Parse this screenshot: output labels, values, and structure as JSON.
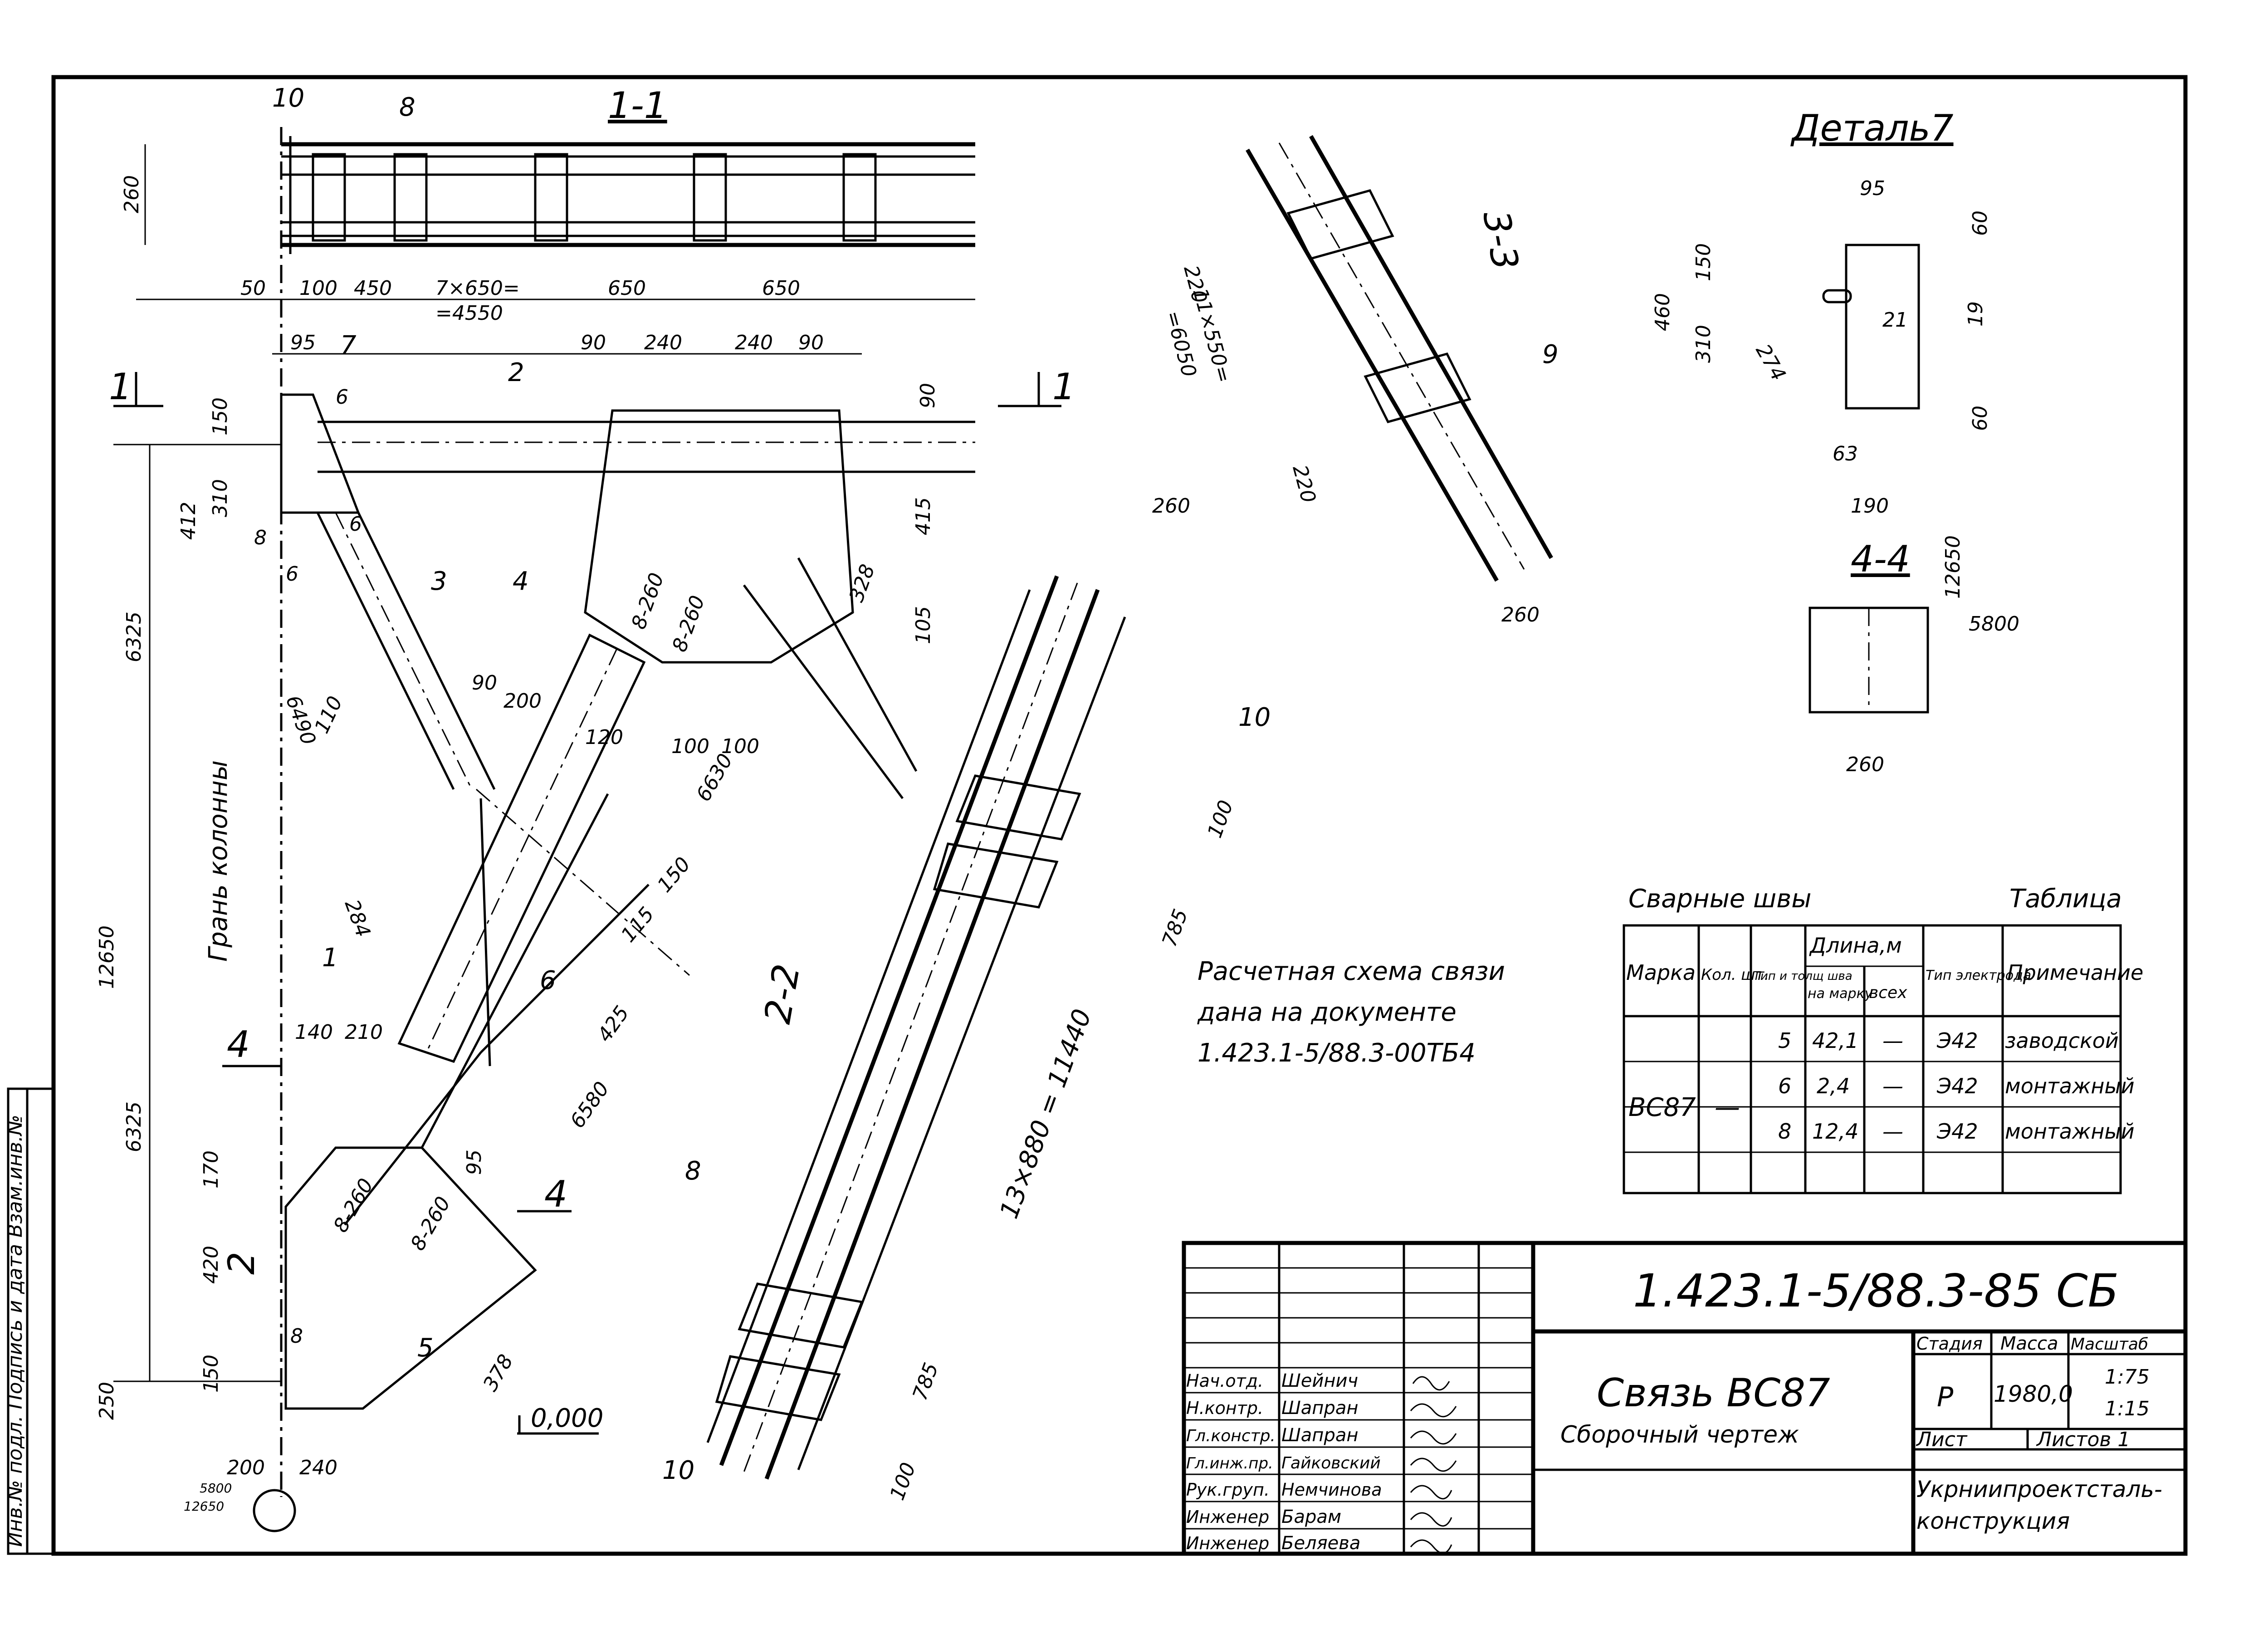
{
  "section_views": {
    "s1": "1-1",
    "s2": "2-2",
    "s3": "3-3",
    "s4": "4-4",
    "marker_1": "1",
    "marker_2": "2",
    "marker_4": "4"
  },
  "detail_title": "Деталь7",
  "column_face_label": "Грань колонны",
  "zero_level": "0,000",
  "part_numbers": [
    "1",
    "2",
    "3",
    "4",
    "5",
    "6",
    "7",
    "8",
    "9",
    "10"
  ],
  "top_view_dims": {
    "h": "260",
    "d50": "50",
    "d100": "100",
    "d450": "450",
    "d7x650": "7×650=",
    "d4550": "=4550",
    "d650a": "650",
    "d650b": "650"
  },
  "main_dims": {
    "d95": "95",
    "d90a": "90",
    "d240a": "240",
    "d240b": "240",
    "d90b": "90",
    "d90c": "90",
    "d150a": "150",
    "d310": "310",
    "d412": "412",
    "d8": "8",
    "d6a": "6",
    "d6b": "6",
    "d6c": "6",
    "d6325a": "6325",
    "d6325b": "6325",
    "d12650": "12650",
    "d6490": "6490",
    "d110": "110",
    "d90d": "90",
    "d200": "200",
    "d120": "120",
    "d6630": "6630",
    "d415": "415",
    "d328": "328",
    "d105": "105",
    "d100a": "100",
    "d100b": "100",
    "d8_260a": "8-260",
    "d8_260b": "8-260",
    "d284": "284",
    "d150b": "150",
    "d115": "115",
    "d425": "425",
    "d6580": "6580",
    "d140": "140",
    "d210": "210",
    "d170": "170",
    "d420": "420",
    "d95b": "95",
    "d8_260c": "8-260",
    "d8_260d": "8-260",
    "d8b": "8",
    "d150c": "150",
    "d250": "250",
    "d378": "378",
    "d200b": "200",
    "d240c": "240",
    "d12650b": "12650",
    "d5800b": "5800"
  },
  "view33_dims": {
    "d220a": "220",
    "d11x550": "11×550=",
    "d6050": "=6050",
    "d220b": "220",
    "d260": "260"
  },
  "view22_dims": {
    "d260a": "260",
    "d100a": "100",
    "d785a": "785",
    "d13x880": "13×880 = 11440",
    "d785b": "785",
    "d100b": "100"
  },
  "detail7_dims": {
    "d95": "95",
    "d60a": "60",
    "d150": "150",
    "d460": "460",
    "d310": "310",
    "d21": "21",
    "d19": "19",
    "d274": "274",
    "d63": "63",
    "d60b": "60",
    "d190": "190",
    "d12650": "12650",
    "d5800": "5800"
  },
  "view44_dims": {
    "d260": "260"
  },
  "note": {
    "line1": "Расчетная схема связи",
    "line2": "дана на документе",
    "line3": "1.423.1-5/88.3-00ТБ4"
  },
  "weld_table": {
    "title": "Сварные швы",
    "title_right": "Таблица",
    "headers": {
      "mark": "Марка",
      "qty": "Кол. шт.",
      "type": "Тип и толщ шва",
      "length": "Длина,м",
      "len_per": "на марку",
      "len_all": "всех",
      "electrode": "Тип электрода",
      "note": "Примечание"
    },
    "mark": "ВС87",
    "qty": "—",
    "rows": [
      {
        "type": "5",
        "per": "42,1",
        "all": "—",
        "el": "Э42",
        "note": "заводской"
      },
      {
        "type": "6",
        "per": "2,4",
        "all": "—",
        "el": "Э42",
        "note": "монтажный"
      },
      {
        "type": "8",
        "per": "12,4",
        "all": "—",
        "el": "Э42",
        "note": "монтажный"
      }
    ]
  },
  "title_block": {
    "doc_code": "1.423.1-5/88.3-85 СБ",
    "name": "Связь ВС87",
    "subtitle": "Сборочный чертеж",
    "stage_h": "Стадия",
    "mass_h": "Масса",
    "scale_h": "Масштаб",
    "stage": "Р",
    "mass": "1980,0",
    "scale1": "1:75",
    "scale2": "1:15",
    "sheet": "Лист",
    "sheets": "Листов 1",
    "org": "Укрниипроектсталь-",
    "org2": "конструкция",
    "staff": [
      {
        "role": "Нач.отд.",
        "name": "Шейнич"
      },
      {
        "role": "Н.контр.",
        "name": "Шапран"
      },
      {
        "role": "Гл.констр.",
        "name": "Шапран"
      },
      {
        "role": "Гл.инж.пр.",
        "name": "Гайковский"
      },
      {
        "role": "Рук.груп.",
        "name": "Немчинова"
      },
      {
        "role": "Инженер",
        "name": "Барам"
      },
      {
        "role": "Инженер",
        "name": "Беляева"
      }
    ]
  },
  "side_stamp": "Инв.№ подл. Подпись и дата Взам.инв.№"
}
